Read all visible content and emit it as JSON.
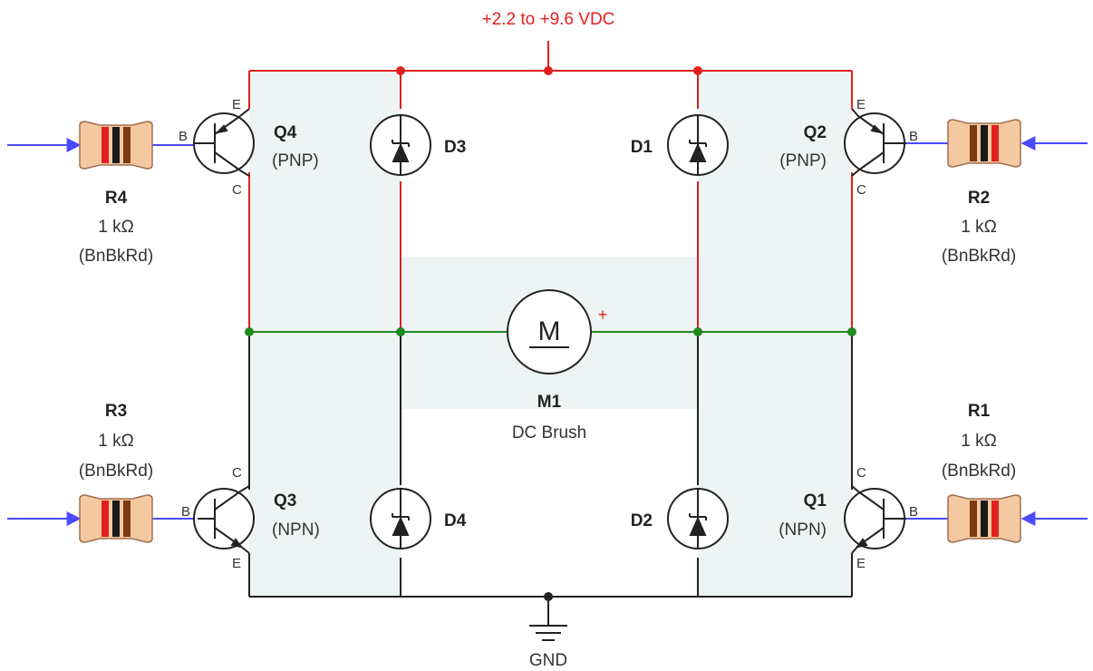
{
  "supply_label": "+2.2 to +9.6 VDC",
  "ground_label": "GND",
  "motor": {
    "ref": "M1",
    "type": "DC Brush",
    "symbol": "M",
    "polarity": "+"
  },
  "transistors": {
    "q1": {
      "ref": "Q1",
      "type": "(NPN)",
      "pin_b": "B",
      "pin_c": "C",
      "pin_e": "E"
    },
    "q2": {
      "ref": "Q2",
      "type": "(PNP)",
      "pin_b": "B",
      "pin_c": "C",
      "pin_e": "E"
    },
    "q3": {
      "ref": "Q3",
      "type": "(NPN)",
      "pin_b": "B",
      "pin_c": "C",
      "pin_e": "E"
    },
    "q4": {
      "ref": "Q4",
      "type": "(PNP)",
      "pin_b": "B",
      "pin_c": "C",
      "pin_e": "E"
    }
  },
  "diodes": {
    "d1": "D1",
    "d2": "D2",
    "d3": "D3",
    "d4": "D4"
  },
  "resistors": {
    "r1": {
      "ref": "R1",
      "value": "1 kΩ",
      "code": "(BnBkRd)"
    },
    "r2": {
      "ref": "R2",
      "value": "1 kΩ",
      "code": "(BnBkRd)"
    },
    "r3": {
      "ref": "R3",
      "value": "1 kΩ",
      "code": "(BnBkRd)"
    },
    "r4": {
      "ref": "R4",
      "value": "1 kΩ",
      "code": "(BnBkRd)"
    }
  },
  "colors": {
    "supply_wire": "#e02020",
    "motor_wire": "#1f8a1f",
    "ground_wire": "#222222",
    "input_wire": "#4a4aff",
    "panel_fill": "#eef4f4",
    "resistor_body": "#f4c8a0",
    "band_brown": "#7a3b10",
    "band_black": "#1a1a1a",
    "band_red": "#e02020"
  },
  "icons": {
    "transistor": "bjt-symbol",
    "diode": "zener-diode-symbol",
    "motor": "motor-symbol",
    "ground": "ground-symbol",
    "resistor": "resistor-body"
  }
}
